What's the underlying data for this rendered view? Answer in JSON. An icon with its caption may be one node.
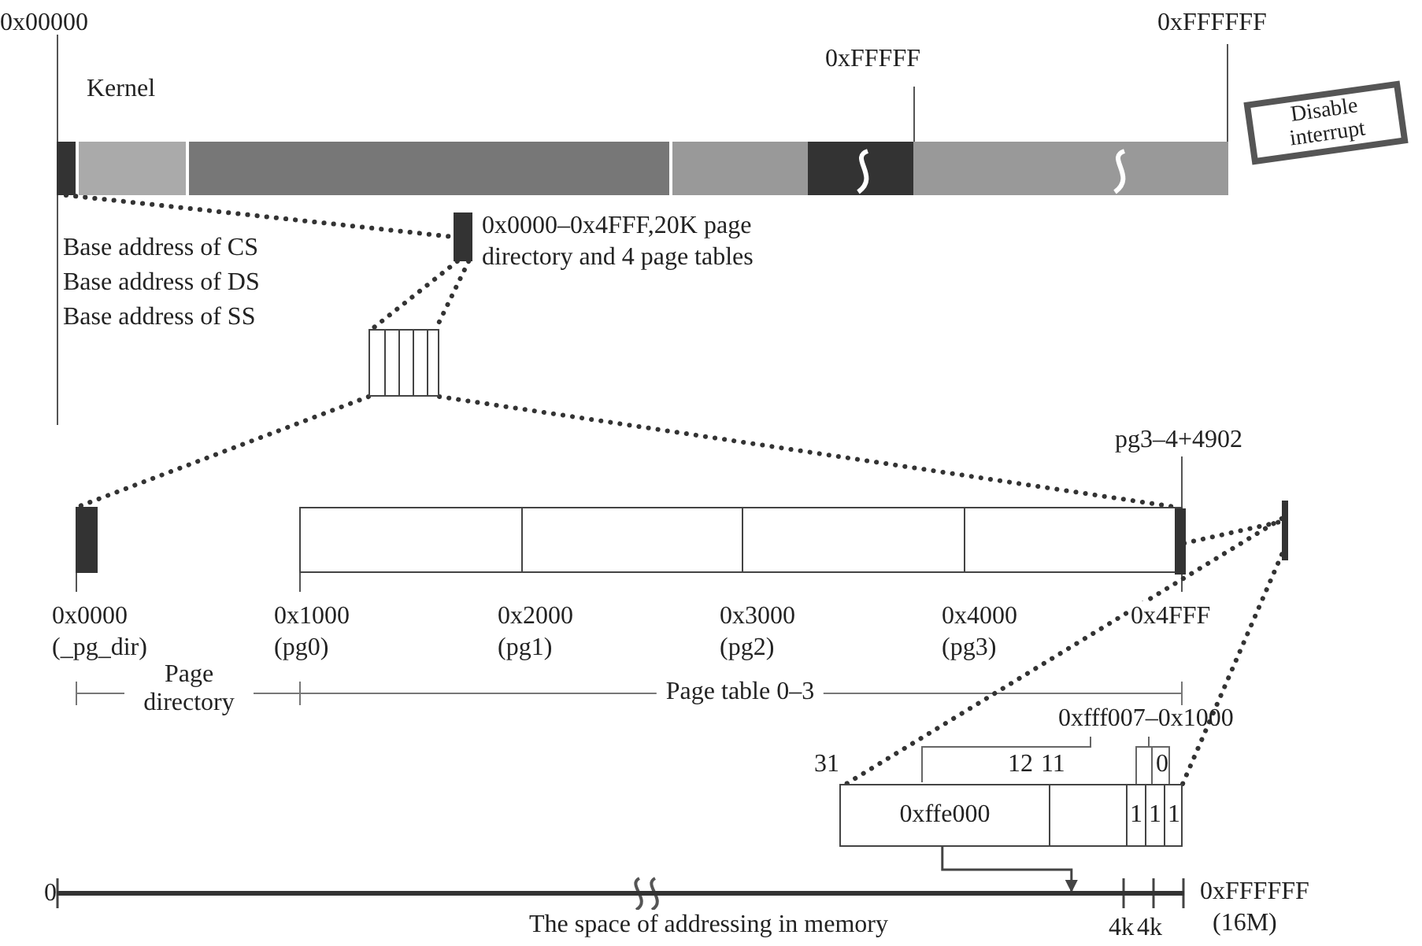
{
  "diagram": {
    "nodes": [
      {
        "text": [],
        "shape": "bar",
        "beside": [
          "0x00000",
          "0xFFFFF",
          "Kernel",
          "Base address of CS",
          "Base address of DS",
          "Base address of SS"
        ]
      },
      {
        "text": [
          "Disable interrupt"
        ]
      },
      {
        "text": [],
        "shape": "bar",
        "beside": [
          "0x0000–0x4FFF,20K page directory and 4 page tables"
        ]
      },
      {
        "text": [],
        "shape": "box"
      },
      {
        "text": [],
        "shape": "bar",
        "beside": [
          "0x0000",
          "(_pg_dir)"
        ]
      },
      {
        "text": [],
        "shape": "box",
        "beside": [
          "0x1000",
          "(pg0)",
          "0x2000",
          "(pg1)",
          "0x3000",
          "(pg2)",
          "0x4000",
          "(pg3)"
        ]
      },
      {
        "text": [],
        "shape": "bar",
        "in": 5,
        "beside": [
          "pg3–4+4902",
          "0x4FFF"
        ]
      },
      {
        "text": [],
        "shape": "bar"
      },
      {
        "text": [
          "0xffe000",
          "1",
          "1",
          "1"
        ],
        "beside": [
          "0xfff007–0x1000",
          "31",
          "12",
          "11",
          "0"
        ]
      },
      {
        "text": [],
        "shape": "bar",
        "beside": [
          "0",
          "The space of addressing in memory",
          "4k",
          "4k",
          "0xFFFFFF",
          "(16M)"
        ]
      }
    ],
    "edges": [
      {
        "from": 0,
        "to": 2,
        "arrow": "none",
        "style": "dashed"
      },
      {
        "from": 2,
        "to": 3,
        "arrow": "none",
        "style": "dashed"
      },
      {
        "from": 2,
        "to": 3,
        "arrow": "none",
        "style": "dashed"
      },
      {
        "from": 3,
        "to": 4,
        "arrow": "none",
        "style": "dashed"
      },
      {
        "from": 3,
        "to": 6,
        "arrow": "none",
        "style": "dashed"
      },
      {
        "from": 6,
        "to": 7,
        "arrow": "none",
        "style": "dashed"
      },
      {
        "from": 7,
        "to": 8,
        "arrow": "none",
        "style": "dashed"
      },
      {
        "from": 7,
        "to": 8,
        "arrow": "none",
        "style": "dashed"
      },
      {
        "from": 8,
        "to": 9,
        "arrow": "to"
      }
    ],
    "labels": [
      "0xFFFFFF",
      "Page directory",
      "Page table 0–3"
    ]
  }
}
